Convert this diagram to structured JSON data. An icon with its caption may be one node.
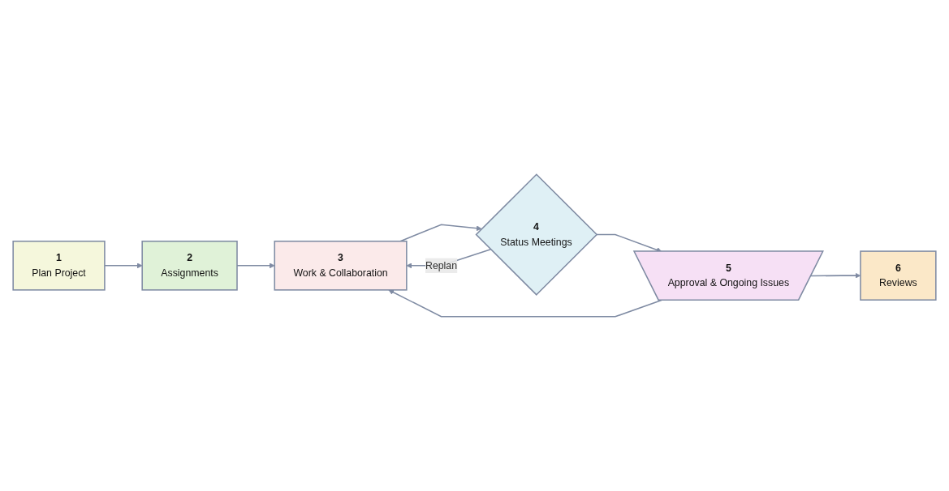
{
  "diagram": {
    "nodes": [
      {
        "text": [
          "1",
          "Plan Project"
        ]
      },
      {
        "text": [
          "2",
          "Assignments"
        ]
      },
      {
        "text": [
          "3",
          "Work & Collaboration"
        ]
      },
      {
        "text": [
          "4",
          "Status Meetings"
        ]
      },
      {
        "text": [
          "5",
          "Approval & Ongoing Issues"
        ]
      },
      {
        "text": [
          "6",
          "Reviews"
        ]
      }
    ],
    "edges": [
      {
        "from": 0,
        "to": 1,
        "arrow": "to"
      },
      {
        "from": 1,
        "to": 2,
        "arrow": "to"
      },
      {
        "from": 2,
        "to": 3,
        "arrow": "to"
      },
      {
        "from": 3,
        "to": 4,
        "arrow": "to"
      },
      {
        "from": 4,
        "to": 5,
        "arrow": "to"
      },
      {
        "from": 3,
        "to": 2,
        "label": "Replan",
        "arrow": "to"
      },
      {
        "from": 4,
        "to": 2,
        "arrow": "to"
      }
    ]
  }
}
